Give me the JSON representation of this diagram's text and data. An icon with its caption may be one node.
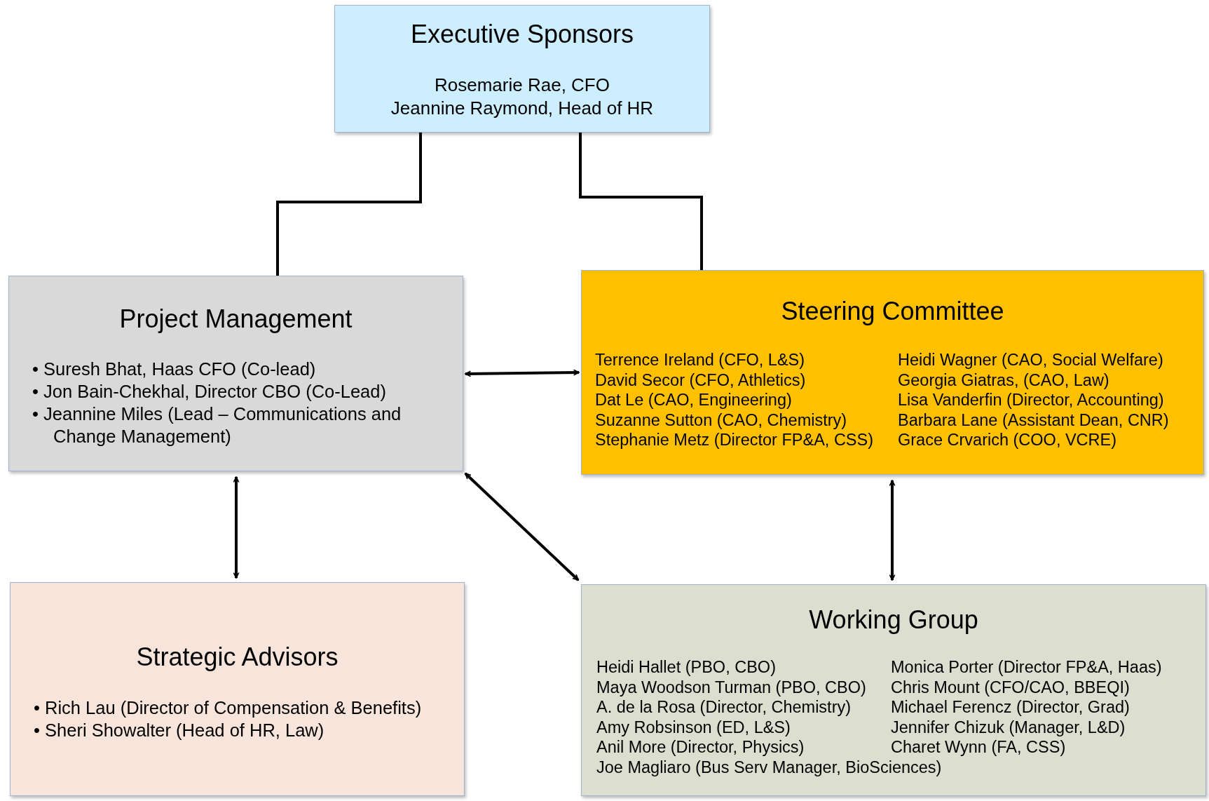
{
  "diagram": {
    "nodes": [
      {
        "text": [
          "Executive Sponsors",
          "Rosemarie Rae, CFO",
          "Jeannine Raymond, Head of HR"
        ]
      },
      {
        "text": [
          "Project Management",
          "• Suresh Bhat, Haas CFO (Co-lead)",
          "• Jon Bain-Chekhal, Director CBO (Co-Lead)",
          "• Jeannine Miles (Lead – Communications and Change Management)"
        ]
      },
      {
        "text": [
          "Steering Committee",
          "Terrence Ireland (CFO, L&S)",
          "David Secor (CFO, Athletics)",
          "Dat Le (CAO, Engineering)",
          "Suzanne Sutton (CAO, Chemistry)",
          "Stephanie Metz (Director FP&A, CSS)",
          "Heidi Wagner (CAO, Social Welfare)",
          "Georgia Giatras, (CAO, Law)",
          "Lisa Vanderfin (Director, Accounting)",
          "Barbara Lane (Assistant Dean, CNR)",
          "Grace Crvarich (COO, VCRE)"
        ]
      },
      {
        "text": [
          "Strategic Advisors",
          "• Rich Lau (Director of Compensation & Benefits)",
          "• Sheri Showalter (Head of HR, Law)"
        ]
      },
      {
        "text": [
          "Working Group",
          "Heidi Hallet (PBO, CBO)",
          "Maya Woodson Turman (PBO, CBO)",
          "A. de la Rosa (Director, Chemistry)",
          "Amy Robsinson (ED, L&S)",
          "Anil More (Director, Physics)",
          "Joe Magliaro (Bus Serv Manager, BioSciences)",
          "Monica Porter (Director FP&A, Haas)",
          "Chris Mount (CFO/CAO, BBEQI)",
          "Michael Ferencz (Director, Grad)",
          "Jennifer Chizuk (Manager, L&D)",
          "Charet Wynn (FA, CSS)"
        ]
      }
    ],
    "edges": [
      {
        "from": 0,
        "to": 1,
        "arrow": "none"
      },
      {
        "from": 0,
        "to": 2,
        "arrow": "none"
      },
      {
        "from": 1,
        "to": 2,
        "arrow": "both"
      },
      {
        "from": 1,
        "to": 3,
        "arrow": "both"
      },
      {
        "from": 1,
        "to": 4,
        "arrow": "both"
      },
      {
        "from": 2,
        "to": 4,
        "arrow": "both"
      }
    ]
  }
}
